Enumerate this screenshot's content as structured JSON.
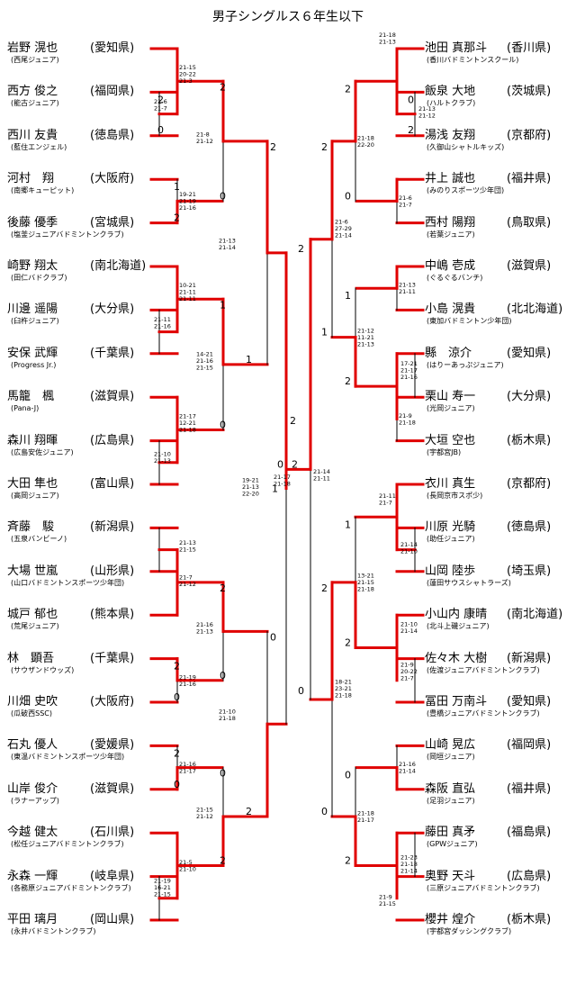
{
  "title": "男子シングルス６年生以下",
  "colors": {
    "winner_line": "#e00000",
    "line": "#000000",
    "text": "#000000"
  },
  "left_players": [
    {
      "name": "岩野 滉也",
      "club": "(西尾ジュニア)",
      "pref": "(愛知県)"
    },
    {
      "name": "西方 俊之",
      "club": "(能古ジュニア)",
      "pref": "(福岡県)"
    },
    {
      "name": "西川 友貴",
      "club": "(藍住エンジェル)",
      "pref": "(徳島県)"
    },
    {
      "name": "河村　翔",
      "club": "(南郷キューピット)",
      "pref": "(大阪府)"
    },
    {
      "name": "後藤 優季",
      "club": "(塩釜ジュニアバドミントンクラブ)",
      "pref": "(宮城県)"
    },
    {
      "name": "崎野 翔太",
      "club": "(田仁バドクラブ)",
      "pref": "(南北海道)"
    },
    {
      "name": "川邊 遥陽",
      "club": "(臼杵ジュニア)",
      "pref": "(大分県)"
    },
    {
      "name": "安保 武輝",
      "club": "(Progress Jr.)",
      "pref": "(千葉県)"
    },
    {
      "name": "馬籠　楓",
      "club": "(Pana-J)",
      "pref": "(滋賀県)"
    },
    {
      "name": "森川 翔暉",
      "club": "(広島安佐ジュニア)",
      "pref": "(広島県)"
    },
    {
      "name": "大田 隼也",
      "club": "(高岡ジュニア)",
      "pref": "(富山県)"
    },
    {
      "name": "斉藤　駿",
      "club": "(五泉バンビーノ)",
      "pref": "(新潟県)"
    },
    {
      "name": "大場 世嵐",
      "club": "(山口バドミントンスポーツ少年団)",
      "pref": "(山形県)"
    },
    {
      "name": "城戸 郁也",
      "club": "(荒尾ジュニア)",
      "pref": "(熊本県)"
    },
    {
      "name": "林　顕吾",
      "club": "(サウザンドウッズ)",
      "pref": "(千葉県)"
    },
    {
      "name": "川畑 史吹",
      "club": "(瓜破西SSC)",
      "pref": "(大阪府)"
    },
    {
      "name": "石丸 優人",
      "club": "(東温バドミントンスポーツ少年団)",
      "pref": "(愛媛県)"
    },
    {
      "name": "山岸 俊介",
      "club": "(ラナーアップ)",
      "pref": "(滋賀県)"
    },
    {
      "name": "今越 健太",
      "club": "(松任ジュニアバドミントンクラブ)",
      "pref": "(石川県)"
    },
    {
      "name": "永森 一輝",
      "club": "(各務原ジュニアバドミントンクラブ)",
      "pref": "(岐阜県)"
    },
    {
      "name": "平田 璃月",
      "club": "(永井バドミントンクラブ)",
      "pref": "(岡山県)"
    }
  ],
  "right_players": [
    {
      "name": "池田 真那斗",
      "club": "(香川バドミントンスクール)",
      "pref": "(香川県)"
    },
    {
      "name": "飯泉 大地",
      "club": "(ハルトクラブ)",
      "pref": "(茨城県)"
    },
    {
      "name": "湯浅 友翔",
      "club": "(久御山シャトルキッズ)",
      "pref": "(京都府)"
    },
    {
      "name": "井上 誠也",
      "club": "(みのりスポーツ少年団)",
      "pref": "(福井県)"
    },
    {
      "name": "西村 陽翔",
      "club": "(若葉ジュニア)",
      "pref": "(鳥取県)"
    },
    {
      "name": "中嶋 壱成",
      "club": "(ぐるぐるバンチ)",
      "pref": "(滋賀県)"
    },
    {
      "name": "小島 滉貴",
      "club": "(東加バドミントン少年団)",
      "pref": "(北北海道)"
    },
    {
      "name": "縣　涼介",
      "club": "(はりーあっぷジュニア)",
      "pref": "(愛知県)"
    },
    {
      "name": "栗山 寿一",
      "club": "(光岡ジュニア)",
      "pref": "(大分県)"
    },
    {
      "name": "大垣 空也",
      "club": "(宇都宮JB)",
      "pref": "(栃木県)"
    },
    {
      "name": "衣川 真生",
      "club": "(長岡京市スポ少)",
      "pref": "(京都府)"
    },
    {
      "name": "川原 光騎",
      "club": "(助任ジュニア)",
      "pref": "(徳島県)"
    },
    {
      "name": "山岡 陸歩",
      "club": "(蓮田サウスシャトラーズ)",
      "pref": "(埼玉県)"
    },
    {
      "name": "小山内 康晴",
      "club": "(北斗上磯ジュニア)",
      "pref": "(南北海道)"
    },
    {
      "name": "佐々木 大樹",
      "club": "(佐渡ジュニアバドミントンクラブ)",
      "pref": "(新潟県)"
    },
    {
      "name": "冨田 万南斗",
      "club": "(豊橋ジュニアバドミントンクラブ)",
      "pref": "(愛知県)"
    },
    {
      "name": "山崎 晃広",
      "club": "(岡垣ジュニア)",
      "pref": "(福岡県)"
    },
    {
      "name": "森阪 直弘",
      "club": "(足羽ジュニア)",
      "pref": "(福井県)"
    },
    {
      "name": "藤田 真矛",
      "club": "(GPWジュニア)",
      "pref": "(福島県)"
    },
    {
      "name": "奥野 天斗",
      "club": "(三原ジュニアバドミントンクラブ)",
      "pref": "(広島県)"
    },
    {
      "name": "櫻井 煌介",
      "club": "(宇都宮ダッシングクラブ)",
      "pref": "(栃木県)"
    }
  ],
  "scores": {
    "L_r1_1": [
      "21-15",
      "20-22",
      "21-3"
    ],
    "L_r1_2": [
      "21-6",
      "21-7"
    ],
    "L_r1_3": [
      "19-21",
      "21-19",
      "21-16"
    ],
    "L_r1_4": [
      "10-21",
      "21-11",
      "21-11"
    ],
    "L_r1_5": [
      "21-11",
      "21-16"
    ],
    "L_r1_6": [
      "21-17",
      "12-21",
      "21-18"
    ],
    "L_r1_7": [
      "21-10",
      "21-13"
    ],
    "L_r1_8": [
      "21-13",
      "21-15"
    ],
    "L_r1_9": [
      "21-7",
      "21-12"
    ],
    "L_r1_10": [
      "21-19",
      "21-16"
    ],
    "L_r1_11": [
      "21-16",
      "21-17"
    ],
    "L_r1_12": [
      "21-19",
      "16-21",
      "21-15"
    ],
    "L_r1_13": [
      "21-5",
      "21-10"
    ],
    "L_r2_1": [
      "21-8",
      "21-12"
    ],
    "L_r2_2": [
      "14-21",
      "21-16",
      "21-15"
    ],
    "L_r2_3": [
      "21-16",
      "21-13"
    ],
    "L_r2_4": [
      "21-15",
      "21-12"
    ],
    "L_r3_1": [
      "21-13",
      "21-14"
    ],
    "L_r3_2": [
      "21-10",
      "21-18"
    ],
    "L_sf": [
      "19-21",
      "21-13",
      "22-20"
    ],
    "final": [
      "21-17",
      "21-18"
    ],
    "R_r1_1": [
      "21-18",
      "21-13"
    ],
    "R_r1_2": [
      "21-13",
      "21-12"
    ],
    "R_r1_3": [
      "21-6",
      "21-7"
    ],
    "R_r1_4": [
      "21-13",
      "21-11"
    ],
    "R_r1_5": [
      "17-21",
      "21-17",
      "21-16"
    ],
    "R_r1_6": [
      "21-9",
      "21-18"
    ],
    "R_r1_7": [
      "21-11",
      "21-7"
    ],
    "R_r1_8": [
      "21-14",
      "21-10"
    ],
    "R_r1_9": [
      "21-10",
      "21-14"
    ],
    "R_r1_10": [
      "21-9",
      "20-22",
      "21-7"
    ],
    "R_r1_11": [
      "21-16",
      "21-14"
    ],
    "R_r1_12": [
      "21-23",
      "21-18",
      "21-14"
    ],
    "R_r1_13": [
      "21-9",
      "21-15"
    ],
    "R_r2_1": [
      "21-18",
      "22-20"
    ],
    "R_r2_2": [
      "21-12",
      "11-21",
      "21-13"
    ],
    "R_r2_3": [
      "13-21",
      "21-15",
      "21-18"
    ],
    "R_r2_4": [
      "21-18",
      "21-17"
    ],
    "R_r3_1": [
      "21-6",
      "27-29",
      "21-14"
    ],
    "R_r3_2": [
      "18-21",
      "23-21",
      "21-18"
    ],
    "R_sf": [
      "21-14",
      "21-11"
    ]
  },
  "game_counts": {
    "L_r1_1": [
      "2",
      "1"
    ],
    "L_r1_2": [
      "2",
      "0"
    ],
    "L_r1_3": [
      "1",
      "2"
    ],
    "L_r1_4": [
      "2",
      "1"
    ],
    "L_r1_5": [
      "2",
      "0"
    ],
    "L_r1_6": [
      "1",
      "2"
    ],
    "L_r1_7": [
      "0",
      "2"
    ],
    "L_r1_8": [
      "2",
      "0"
    ],
    "L_r1_9": [
      "2",
      "0"
    ],
    "L_r1_10": [
      "2",
      "0"
    ],
    "L_r1_11": [
      "2",
      "0"
    ],
    "L_r1_12": [
      "1",
      "2"
    ],
    "L_r1_13": [
      "0",
      "2"
    ],
    "L_r2_1": [
      "2",
      "0"
    ],
    "L_r2_2": [
      "1",
      "0"
    ],
    "L_r2_3": [
      "2",
      "0"
    ],
    "L_r2_4": [
      "0",
      "2"
    ],
    "L_r3_1": [
      "2",
      "1"
    ],
    "L_r3_2": [
      "0",
      "2"
    ],
    "L_sf": [
      "2",
      "1"
    ],
    "final": [
      "0",
      "2"
    ],
    "R_r1_1": [
      "2",
      "0"
    ],
    "R_r1_2": [
      "0",
      "2"
    ],
    "R_r1_3": [
      "2",
      "0"
    ],
    "R_r1_4": [
      "2",
      "0"
    ],
    "R_r1_5": [
      "0",
      "2"
    ],
    "R_r1_6": [
      "0",
      "2"
    ],
    "R_r1_7": [
      "2",
      "1"
    ],
    "R_r1_8": [
      "1",
      "2"
    ],
    "R_r1_9": [
      "0",
      "2"
    ],
    "R_r1_10": [
      "1",
      "2"
    ],
    "R_r1_11": [
      "2",
      "0"
    ],
    "R_r1_12": [
      "0",
      "2"
    ],
    "R_r1_13": [
      "0",
      "2"
    ],
    "R_r2_1": [
      "2",
      "0"
    ],
    "R_r2_2": [
      "1",
      "2"
    ],
    "R_r2_3": [
      "1",
      "2"
    ],
    "R_r2_4": [
      "0",
      "2"
    ],
    "R_r3_1": [
      "2",
      "1"
    ],
    "R_r3_2": [
      "2",
      "0"
    ],
    "R_sf": [
      "2",
      "0"
    ]
  }
}
